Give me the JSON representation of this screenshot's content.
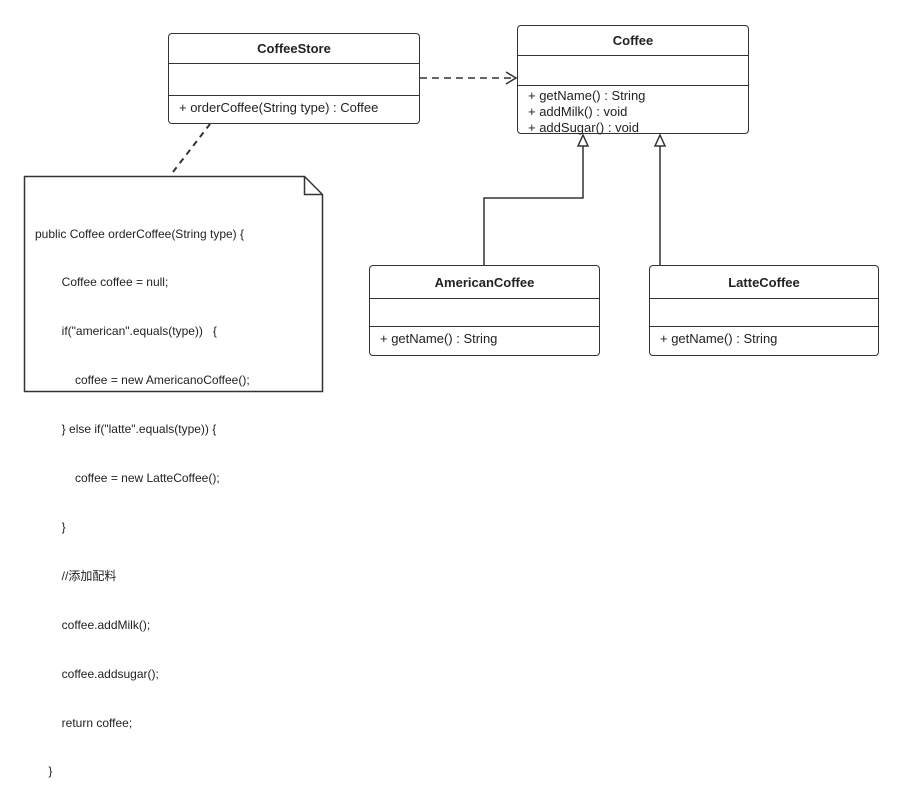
{
  "classes": {
    "coffee_store": {
      "name": "CoffeeStore",
      "operations": [
        "+ orderCoffee(String type) : Coffee"
      ]
    },
    "coffee": {
      "name": "Coffee",
      "operations": [
        "+ getName() : String",
        "+ addMilk() : void",
        "+ addSugar() : void"
      ]
    },
    "american_coffee": {
      "name": "AmericanCoffee",
      "operations": [
        "+ getName() : String"
      ]
    },
    "latte_coffee": {
      "name": "LatteCoffee",
      "operations": [
        "+ getName() : String"
      ]
    }
  },
  "note": {
    "lines": [
      "public Coffee orderCoffee(String type) {",
      "        Coffee coffee = null;",
      "        if(\"american\".equals(type))   {",
      "            coffee = new AmericanoCoffee();",
      "        } else if(\"latte\".equals(type)) {",
      "            coffee = new LatteCoffee();",
      "        }",
      "        //添加配料",
      "        coffee.addMilk();",
      "        coffee.addsugar();",
      "        return coffee;",
      "    }"
    ]
  },
  "relations": [
    {
      "type": "dependency",
      "from": "CoffeeStore",
      "to": "Coffee"
    },
    {
      "type": "generalization",
      "from": "AmericanCoffee",
      "to": "Coffee"
    },
    {
      "type": "generalization",
      "from": "LatteCoffee",
      "to": "Coffee"
    },
    {
      "type": "note-anchor",
      "from": "note",
      "to": "CoffeeStore"
    }
  ]
}
